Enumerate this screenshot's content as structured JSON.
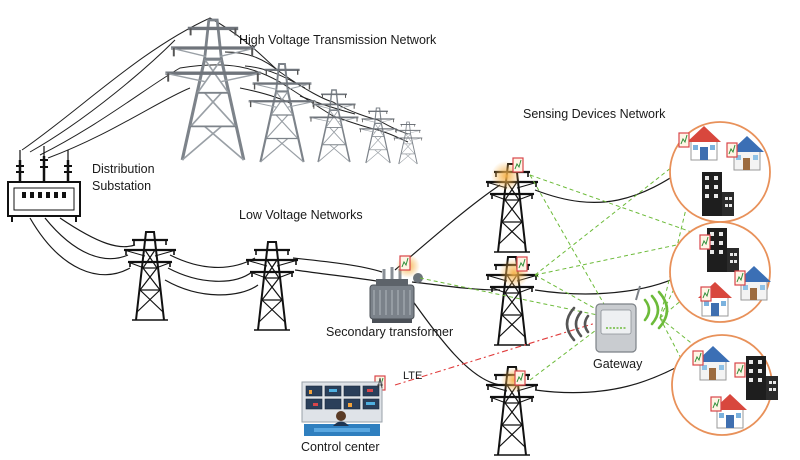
{
  "labels": {
    "hv_network": "High Voltage Transmission Network",
    "distribution_line1": "Distribution",
    "distribution_line2": "Substation",
    "lv_networks": "Low Voltage Networks",
    "sensing_network": "Sensing Devices Network",
    "secondary_transformer": "Secondary transformer",
    "gateway": "Gateway",
    "lte": "LTE",
    "control_center": "Control center"
  },
  "colors": {
    "line": "#1a1a1a",
    "tower": "#8a8f96",
    "tower_dark": "#5b6068",
    "lv_tower": "#111111",
    "sensor_glow": "#f6b24a",
    "sensor_box": "#d8454a",
    "wireless_green": "#6dbb3a",
    "lte_red": "#e03c3c",
    "house_circle": "#e8915a",
    "roof_red": "#d8473d",
    "roof_blue": "#3b6fb5",
    "building_dark": "#1e1e1e",
    "transformer_gray": "#7b828a"
  },
  "icons": [
    "hv-tower-icon",
    "substation-icon",
    "lv-tower-icon",
    "transformer-icon",
    "sensor-icon",
    "gateway-icon",
    "wifi-wave-icon",
    "house-icon",
    "building-icon",
    "control-center-icon",
    "lte-antenna-icon"
  ]
}
